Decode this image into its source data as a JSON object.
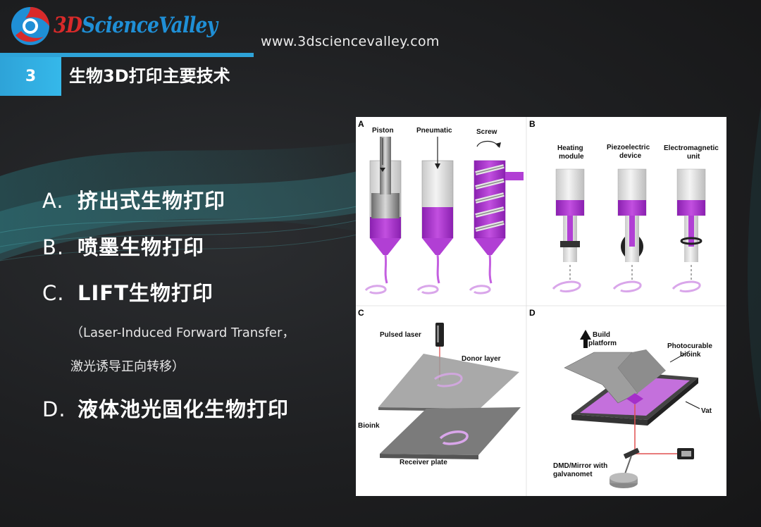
{
  "header": {
    "logo_text_a": "3D",
    "logo_text_b": "ScienceValley",
    "site_url": "www.3dsciencevalley.com",
    "section_number": "3",
    "section_title": "生物3D打印主要技术"
  },
  "items": [
    {
      "letter": "A.",
      "text": "挤出式生物打印"
    },
    {
      "letter": "B.",
      "text": "喷墨生物打印"
    },
    {
      "letter": "C.",
      "text": "LIFT生物打印"
    },
    {
      "letter": "D.",
      "text": "液体池光固化生物打印"
    }
  ],
  "note": {
    "line1": "（Laser-Induced Forward Transfer，",
    "line2": "激光诱导正向转移）"
  },
  "figure": {
    "panels": [
      "A",
      "B",
      "C",
      "D"
    ],
    "a_labels": [
      "Piston",
      "Pneumatic",
      "Screw"
    ],
    "b_labels": [
      "Heating",
      "module",
      "Piezoelectric",
      "device",
      "Electromagnetic",
      "unit"
    ],
    "c_labels": [
      "Pulsed laser",
      "Donor layer",
      "Bioink",
      "Receiver plate"
    ],
    "d_labels": [
      "Build",
      "platform",
      "Photocurable",
      "bioink",
      "Vat",
      "DMD/Mirror with",
      "galvanomet"
    ]
  },
  "colors": {
    "accent": "#2ea3d8",
    "bioink": "#a52fc9",
    "laser": "#d9442f",
    "logo_blue": "#1f8fd6",
    "logo_red": "#d82a2a"
  }
}
